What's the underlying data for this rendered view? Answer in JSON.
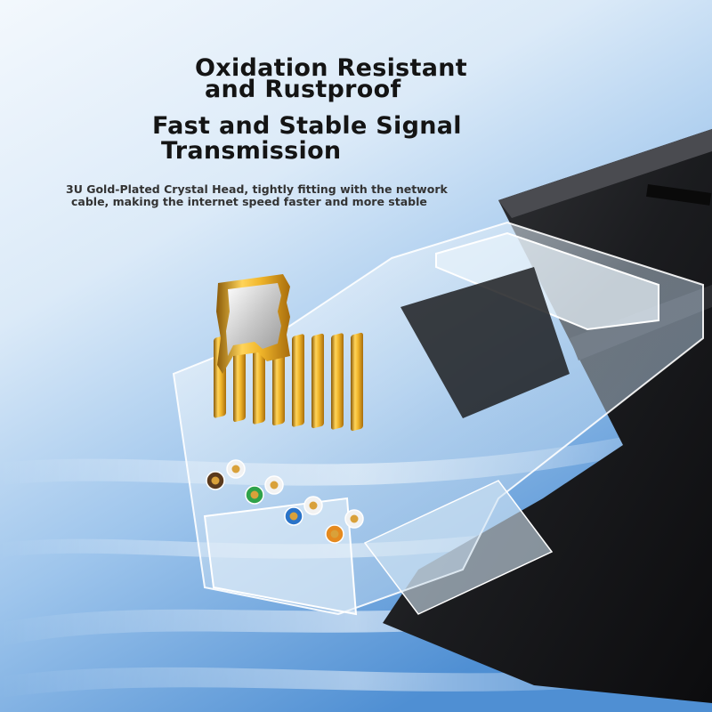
{
  "headline_1": {
    "line1": "Oxidation Resistant",
    "line2": "and Rustproof"
  },
  "headline_2": {
    "line1": "Fast and Stable Signal",
    "line2": "Transmission"
  },
  "description": {
    "line1": "3U Gold-Plated Crystal Head, tightly fitting with the network",
    "line2": "cable, making the internet speed faster and more stable"
  },
  "colors": {
    "background_light": "#eef5fc",
    "background_blue": "#5d97d6",
    "text": "#141414",
    "cable_black": "#1c1c1e",
    "gold": "#e1a521",
    "crystal": "#d7e8f6"
  },
  "wire_colors": [
    "#5a3a1e",
    "#f2f2f2",
    "#2fa24a",
    "#f2f2f2",
    "#2a73c8",
    "#f2f2f2",
    "#e58a1f",
    "#f2f2f2"
  ]
}
